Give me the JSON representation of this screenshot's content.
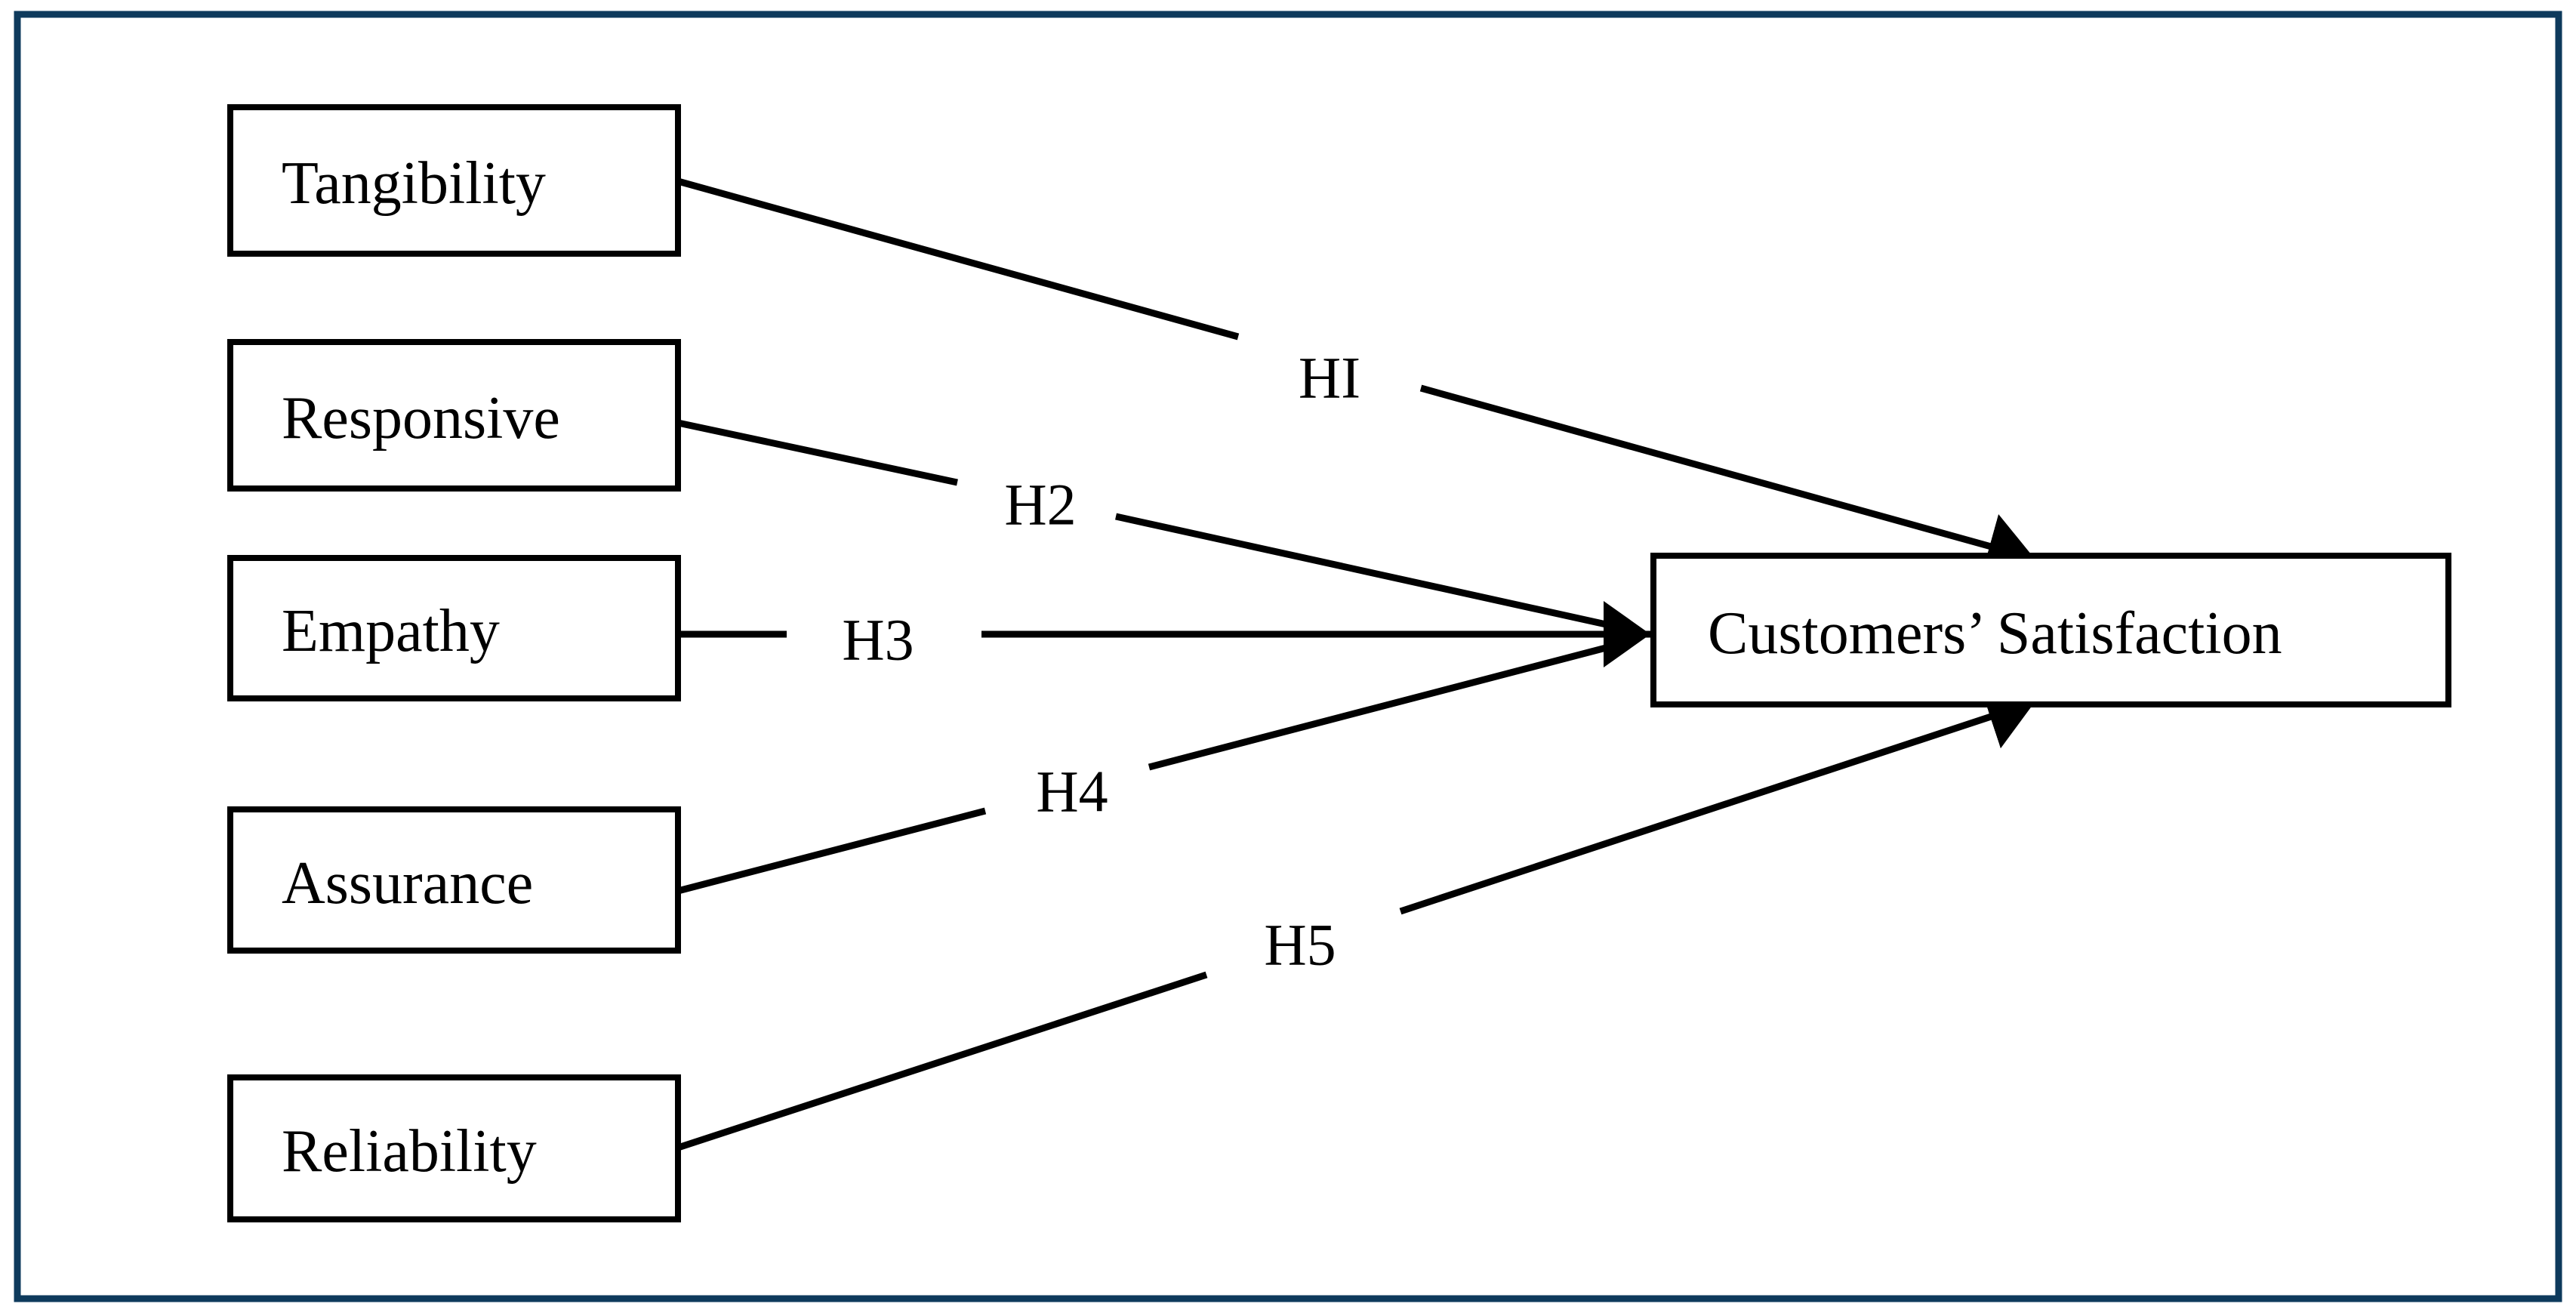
{
  "figure": {
    "type": "hypothesis-model-diagram",
    "background_color": "#ffffff",
    "border_color": "#0e3a5c",
    "box_stroke_color": "#000000",
    "arrow_color": "#000000",
    "text_color": "#000000",
    "nodes": [
      {
        "id": "tangibility",
        "label": "Tangibility",
        "role": "independent"
      },
      {
        "id": "responsive",
        "label": "Responsive",
        "role": "independent"
      },
      {
        "id": "empathy",
        "label": "Empathy",
        "role": "independent"
      },
      {
        "id": "assurance",
        "label": "Assurance",
        "role": "independent"
      },
      {
        "id": "reliability",
        "label": "Reliability",
        "role": "independent"
      },
      {
        "id": "satisfaction",
        "label": "Customers’ Satisfaction",
        "role": "dependent"
      }
    ],
    "edges": [
      {
        "id": "h1",
        "label": "HI",
        "from": "Tangibility",
        "to": "Customers’ Satisfaction"
      },
      {
        "id": "h2",
        "label": "H2",
        "from": "Responsive",
        "to": "Customers’ Satisfaction"
      },
      {
        "id": "h3",
        "label": "H3",
        "from": "Empathy",
        "to": "Customers’ Satisfaction"
      },
      {
        "id": "h4",
        "label": "H4",
        "from": "Assurance",
        "to": "Customers’ Satisfaction"
      },
      {
        "id": "h5",
        "label": "H5",
        "from": "Reliability",
        "to": "Customers’ Satisfaction"
      }
    ]
  }
}
